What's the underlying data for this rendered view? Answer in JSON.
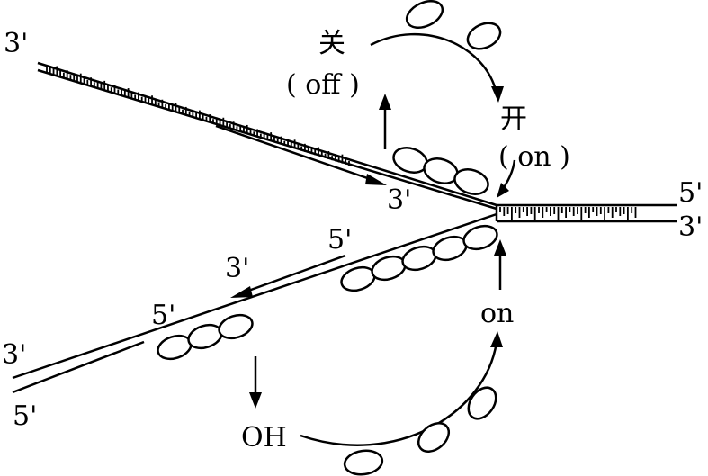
{
  "labels": {
    "top_left_3prime": "3'",
    "close_cn": "关",
    "close_en": "( off )",
    "open_cn": "开",
    "open_en": "( on )",
    "mid_3prime": "3'",
    "right_5prime": "5'",
    "right_3prime": "3'",
    "lower_5prime_a": "5'",
    "lower_3prime": "3'",
    "lower_5prime_b": "5'",
    "bottom_left_3prime": "3'",
    "bottom_left_5prime": "5'",
    "on_label": "on",
    "oh_label": "OH"
  }
}
